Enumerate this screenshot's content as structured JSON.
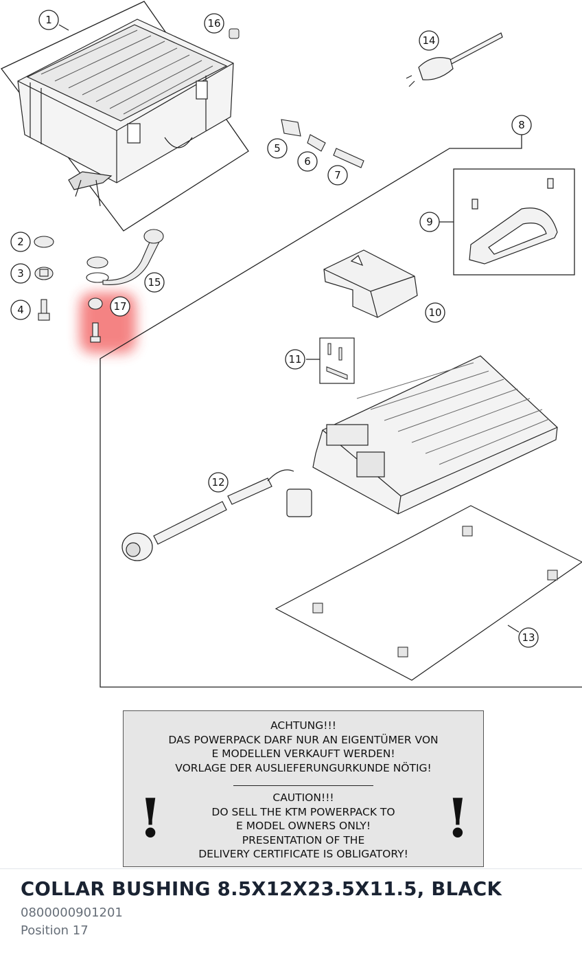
{
  "callouts": [
    "1",
    "2",
    "3",
    "4",
    "5",
    "6",
    "7",
    "8",
    "9",
    "10",
    "11",
    "12",
    "13",
    "14",
    "15",
    "16",
    "17"
  ],
  "warning": {
    "de_lines": [
      "ACHTUNG!!!",
      "DAS POWERPACK DARF NUR AN EIGENTÜMER VON",
      "E MODELLEN VERKAUFT WERDEN!",
      "VORLAGE DER AUSLIEFERUNGURKUNDE NÖTIG!"
    ],
    "en_lines": [
      "CAUTION!!!",
      "DO SELL THE KTM POWERPACK TO",
      "E MODEL OWNERS ONLY!",
      "PRESENTATION OF THE",
      "DELIVERY CERTIFICATE IS OBLIGATORY!"
    ],
    "bang": "!"
  },
  "selected_part": {
    "name": "COLLAR BUSHING 8.5X12X23.5X11.5, BLACK",
    "number": "0800000901201",
    "position": "Position 17"
  },
  "colors": {
    "highlight": "#ee3030",
    "stroke": "#222222",
    "title": "#1a2332",
    "muted": "#666e78"
  }
}
